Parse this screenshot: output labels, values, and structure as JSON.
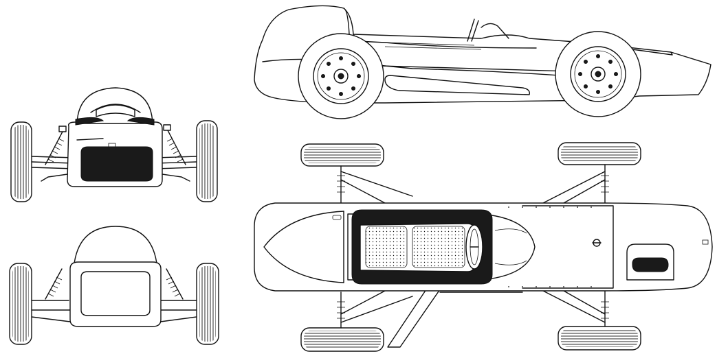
{
  "drawing": {
    "views": [
      {
        "id": "front",
        "name": "front-view"
      },
      {
        "id": "rear",
        "name": "rear-view"
      },
      {
        "id": "side",
        "name": "side-view"
      },
      {
        "id": "top",
        "name": "top-view"
      }
    ]
  },
  "colors": {
    "ink": "#111111",
    "paper": "#ffffff",
    "shade": "#1a1a1a"
  }
}
